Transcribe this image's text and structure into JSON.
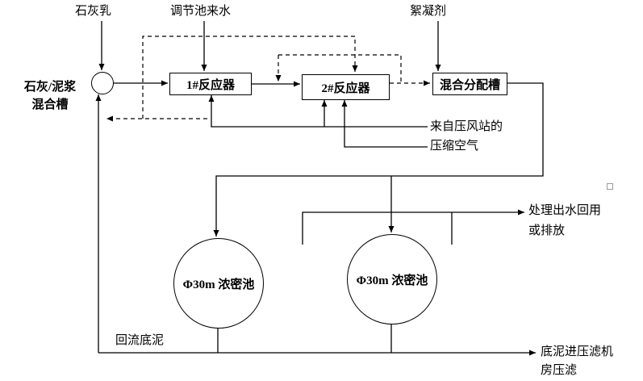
{
  "labels": {
    "lime_milk": "石灰乳",
    "inflow": "调节池来水",
    "flocculant": "絮凝剂",
    "mix_tank_1": "石灰/泥浆",
    "mix_tank_2": "混合槽",
    "reactor1": "1#反应器",
    "reactor2": "2#反应器",
    "distribution_tank": "混合分配槽",
    "compressed_air_1": "来自压风站的",
    "compressed_air_2": "压缩空气",
    "thickener1": "Φ30m 浓密池",
    "thickener2": "Φ30m 浓密池",
    "treated_water_1": "处理出水回用",
    "treated_water_2": "或排放",
    "return_sludge": "回流底泥",
    "sludge_press_1": "底泥进压滤机",
    "sludge_press_2": "房压滤"
  },
  "colors": {
    "line": "#000000",
    "background": "#ffffff",
    "text": "#000000"
  }
}
